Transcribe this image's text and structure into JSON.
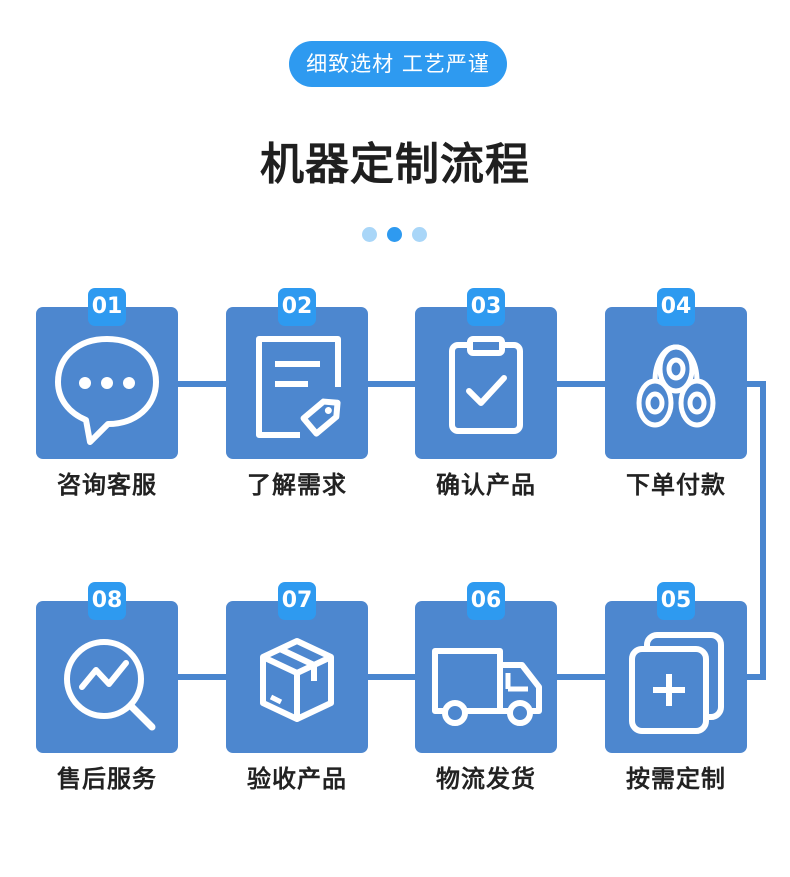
{
  "header": {
    "tagline": "细致选材 工艺严谨",
    "title": "机器定制流程"
  },
  "colors": {
    "accent": "#2e9af0",
    "card": "#4d87cf",
    "dot_light": "#a9d6f8",
    "dot_active": "#2e9af0"
  },
  "steps": [
    {
      "number": "01",
      "label": "咨询客服",
      "icon": "chat-bubble-icon"
    },
    {
      "number": "02",
      "label": "了解需求",
      "icon": "document-tag-icon"
    },
    {
      "number": "03",
      "label": "确认产品",
      "icon": "clipboard-check-icon"
    },
    {
      "number": "04",
      "label": "下单付款",
      "icon": "coin-stack-icon"
    },
    {
      "number": "05",
      "label": "按需定制",
      "icon": "add-layers-icon"
    },
    {
      "number": "06",
      "label": "物流发货",
      "icon": "delivery-truck-icon"
    },
    {
      "number": "07",
      "label": "验收产品",
      "icon": "package-box-icon"
    },
    {
      "number": "08",
      "label": "售后服务",
      "icon": "trend-magnifier-icon"
    }
  ]
}
